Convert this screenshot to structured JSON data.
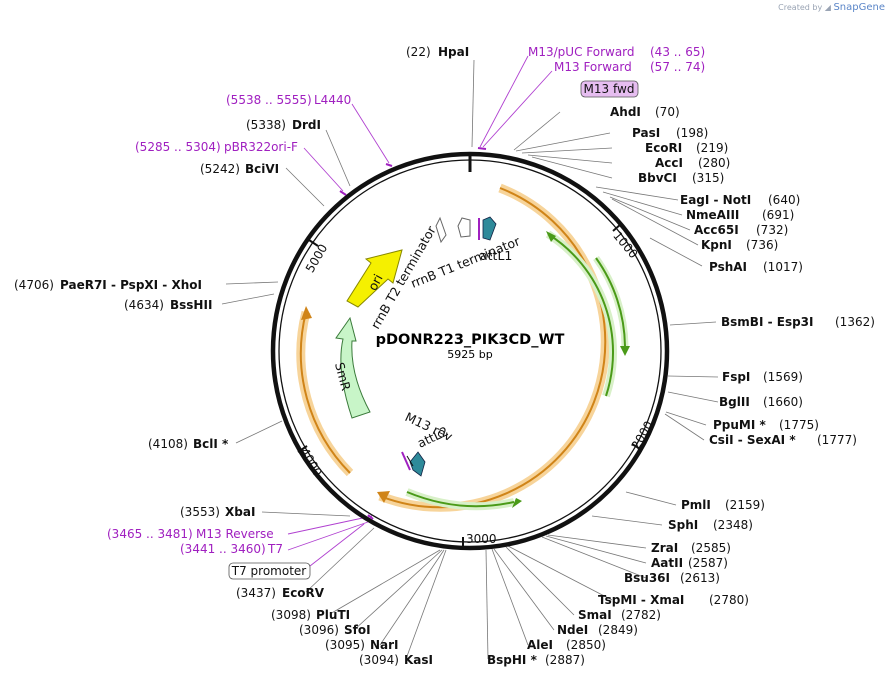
{
  "credit": {
    "prefix": "Created by",
    "brand": "SnapGene"
  },
  "plasmid": {
    "name": "pDONR223_PIK3CD_WT",
    "size": "5925 bp"
  },
  "ticks": [
    "1000",
    "2000",
    "3000",
    "4000",
    "5000"
  ],
  "features": {
    "attL1": "attL1",
    "attL2": "attL2",
    "m13rev": "M13 rev",
    "rrnb_t1": "rrnB T1 terminator",
    "rrnb_t2": "rrnB T2 terminator",
    "ori": "ori",
    "smr": "SmR"
  },
  "boxes": {
    "m13fwd": "M13 fwd",
    "t7promoter": "T7 promoter"
  },
  "sites": [
    {
      "pos": "(22)",
      "name": "HpaI"
    },
    {
      "pos": "(70)",
      "name": "AhdI"
    },
    {
      "pos": "(198)",
      "name": "PasI"
    },
    {
      "pos": "(219)",
      "name": "EcoRI"
    },
    {
      "pos": "(280)",
      "name": "AccI"
    },
    {
      "pos": "(315)",
      "name": "BbvCI"
    },
    {
      "pos": "(640)",
      "name": "EagI  -  NotI"
    },
    {
      "pos": "(691)",
      "name": "NmeAIII"
    },
    {
      "pos": "(732)",
      "name": "Acc65I"
    },
    {
      "pos": "(736)",
      "name": "KpnI"
    },
    {
      "pos": "(1017)",
      "name": "PshAI"
    },
    {
      "pos": "(1362)",
      "name": "BsmBI  -  Esp3I"
    },
    {
      "pos": "(1569)",
      "name": "FspI"
    },
    {
      "pos": "(1660)",
      "name": "BglII"
    },
    {
      "pos": "(1775)",
      "name": "PpuMI *"
    },
    {
      "pos": "(1777)",
      "name": "CsiI  -  SexAI *"
    },
    {
      "pos": "(2159)",
      "name": "PmlI"
    },
    {
      "pos": "(2348)",
      "name": "SphI"
    },
    {
      "pos": "(2585)",
      "name": "ZraI"
    },
    {
      "pos": "(2587)",
      "name": "AatII"
    },
    {
      "pos": "(2613)",
      "name": "Bsu36I"
    },
    {
      "pos": "(2780)",
      "name": "TspMI  -  XmaI"
    },
    {
      "pos": "(2782)",
      "name": "SmaI"
    },
    {
      "pos": "(2849)",
      "name": "NdeI"
    },
    {
      "pos": "(2850)",
      "name": "AleI"
    },
    {
      "pos": "(2887)",
      "name": "BspHI *"
    },
    {
      "pos": "(3094)",
      "name": "KasI"
    },
    {
      "pos": "(3095)",
      "name": "NarI"
    },
    {
      "pos": "(3096)",
      "name": "SfoI"
    },
    {
      "pos": "(3098)",
      "name": "PluTI"
    },
    {
      "pos": "(3437)",
      "name": "EcoRV"
    },
    {
      "pos": "(3553)",
      "name": "XbaI"
    },
    {
      "pos": "(4108)",
      "name": "BclI *"
    },
    {
      "pos": "(4634)",
      "name": "BssHII"
    },
    {
      "pos": "(4706)",
      "name": "PaeR7I  -  PspXI  -  XhoI"
    },
    {
      "pos": "(5242)",
      "name": "BciVI"
    },
    {
      "pos": "(5338)",
      "name": "DrdI"
    }
  ],
  "primers": [
    {
      "name": "M13/pUC Forward",
      "range": "(43 .. 65)"
    },
    {
      "name": "M13 Forward",
      "range": "(57 .. 74)"
    },
    {
      "name": "L4440",
      "range": "(5538 .. 5555)"
    },
    {
      "name": "pBR322ori-F",
      "range": "(5285 .. 5304)"
    },
    {
      "name": "M13 Reverse",
      "range": "(3465 .. 3481)"
    },
    {
      "name": "T7",
      "range": "(3441 .. 3460)"
    }
  ],
  "colors": {
    "primer": "#a020c0",
    "cds_orange": "#f0a030",
    "orf_green": "#4a9a18",
    "ori_yellow": "#f5f000",
    "smr_green": "#c8f5c8",
    "att_teal": "#2e8a9a",
    "backbone": "#111111"
  }
}
